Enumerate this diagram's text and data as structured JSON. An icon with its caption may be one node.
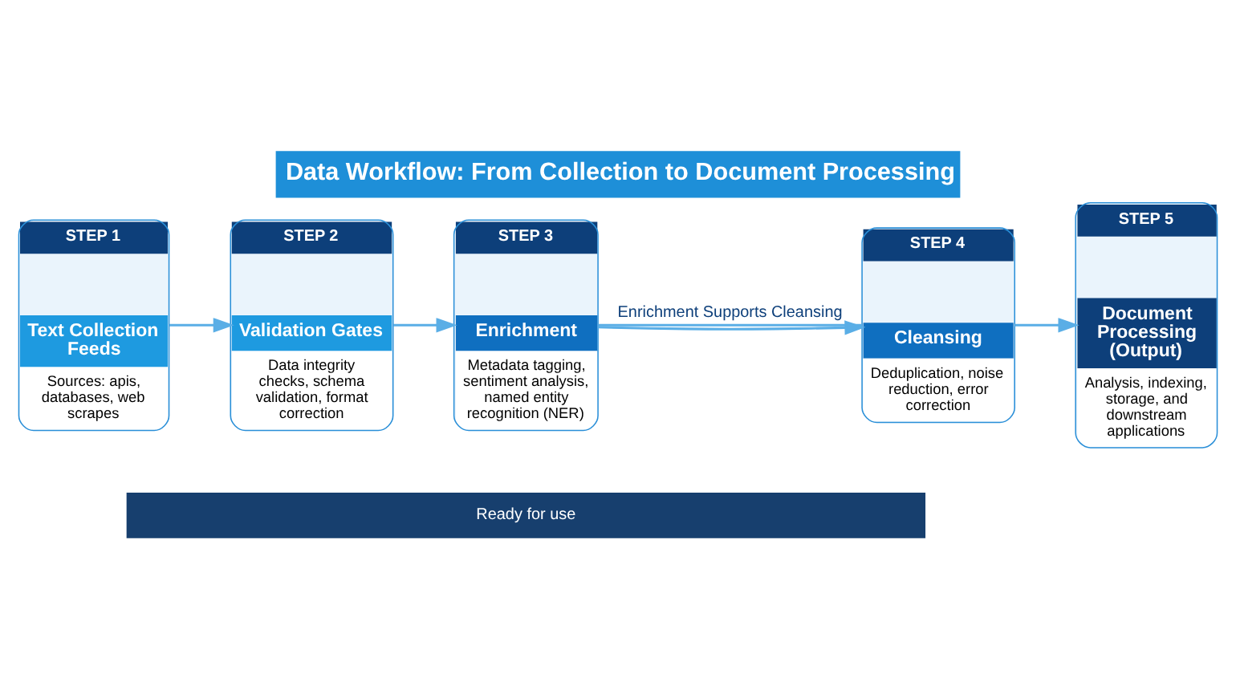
{
  "diagram": {
    "title": "Data Workflow: From Collection to Document Processing",
    "nodes": [
      {
        "text": [
          "STEP 1",
          "Text Collection Feeds",
          "Sources: apis, databases, web scrapes"
        ]
      },
      {
        "text": [
          "STEP 2",
          "Validation Gates",
          "Data integrity checks, schema validation, format correction"
        ]
      },
      {
        "text": [
          "STEP 3",
          "Enrichment",
          "Metadata tagging, sentiment analysis, named entity recognition (NER)"
        ]
      },
      {
        "text": [
          "STEP 4",
          "Cleansing",
          "Deduplication, noise reduction, error correction"
        ]
      },
      {
        "text": [
          "STEP 5",
          "Document Processing (Output)",
          "Analysis, indexing, storage, and downstream applications"
        ]
      },
      {
        "text": [
          "Ready for use"
        ]
      }
    ],
    "edges": [
      {
        "from": 0,
        "to": 1,
        "arrow": "to"
      },
      {
        "from": 1,
        "to": 2,
        "arrow": "to"
      },
      {
        "from": 2,
        "to": 3,
        "arrow": "to"
      },
      {
        "from": 3,
        "to": 4,
        "arrow": "to"
      },
      {
        "from": 2,
        "to": 3,
        "arrow": "none",
        "label": "Enrichment Supports Cleansing"
      }
    ]
  }
}
